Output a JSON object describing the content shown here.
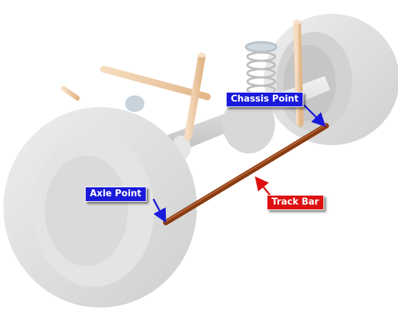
{
  "labels": {
    "chassis_point": "Chassis Point",
    "axle_point": "Axle Point",
    "track_bar": "Track Bar"
  },
  "colors": {
    "callout_blue": "#1a1adb",
    "callout_red": "#dd1111",
    "track_bar": "#8a3c12",
    "tire": "#dcdcdc",
    "tan_rod": "#efc9a0"
  }
}
